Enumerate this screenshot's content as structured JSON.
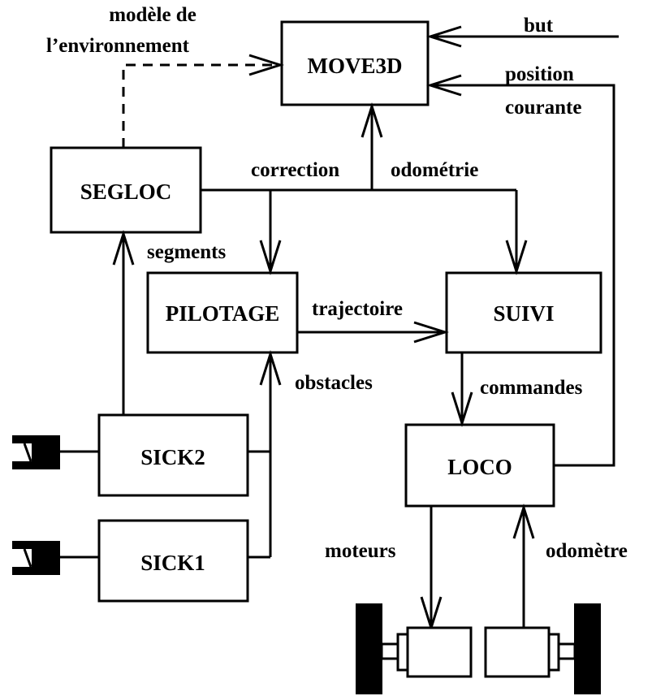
{
  "modules": {
    "move3d": "MOVE3D",
    "segloc": "SEGLOC",
    "pilotage": "PILOTAGE",
    "suivi": "SUIVI",
    "loco": "LOCO",
    "sick2": "SICK2",
    "sick1": "SICK1"
  },
  "labels": {
    "modele_line1": "modèle de",
    "modele_line2": "l’environnement",
    "but": "but",
    "position": "position",
    "courante": "courante",
    "correction": "correction",
    "odometrie": "odométrie",
    "segments": "segments",
    "trajectoire": "trajectoire",
    "obstacles": "obstacles",
    "commandes": "commandes",
    "moteurs": "moteurs",
    "odometre": "odomètre"
  }
}
